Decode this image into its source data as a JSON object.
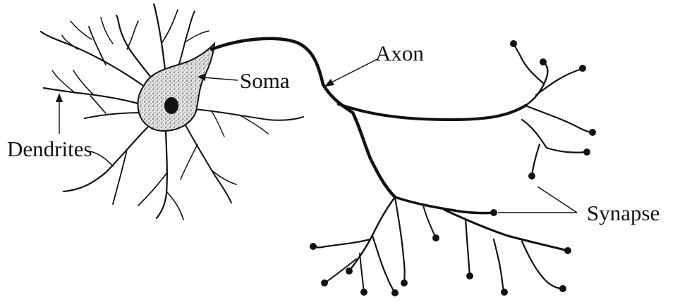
{
  "diagram": {
    "labels": {
      "dendrites": "Dendrites",
      "soma": "Soma",
      "axon": "Axon",
      "synapse": "Synapse"
    },
    "colors": {
      "ink": "#111111",
      "background": "#ffffff",
      "soma_fill": "#d9d9d9"
    }
  }
}
